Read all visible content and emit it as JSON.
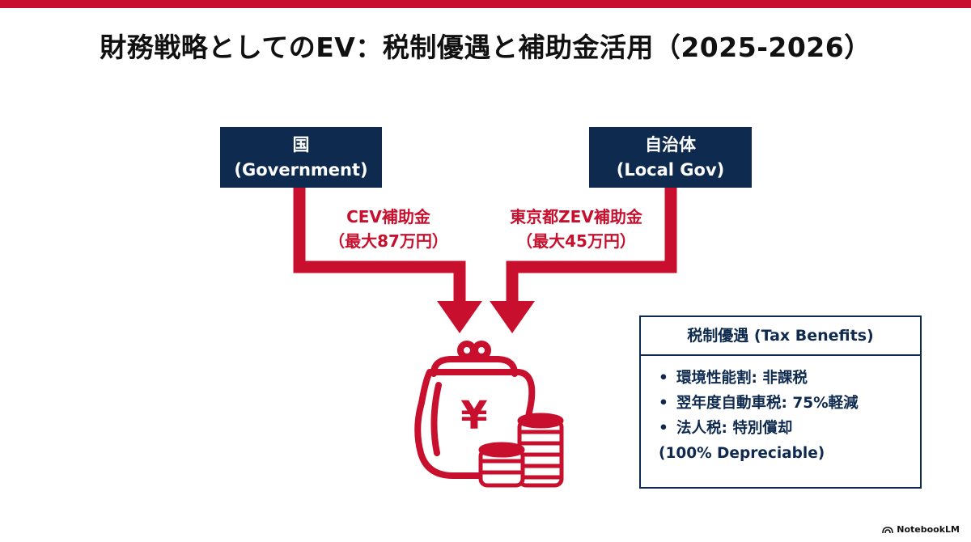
{
  "title": "財務戦略としてのEV：税制優遇と補助金活用（2025-2026）",
  "sources": {
    "national": {
      "line1": "国",
      "line2": "(Government)"
    },
    "local": {
      "line1": "自治体",
      "line2": "(Local Gov)"
    }
  },
  "subsidies": {
    "cev": {
      "line1": "CEV補助金",
      "line2": "（最大87万円）"
    },
    "zev": {
      "line1": "東京都ZEV補助金",
      "line2": "（最大45万円）"
    }
  },
  "wallet": {
    "symbol": "¥",
    "icon": "wallet-coins-icon"
  },
  "tax_benefits": {
    "header": "税制優遇 (Tax Benefits)",
    "items": [
      {
        "bullet": "•",
        "text": "環境性能割: 非課税"
      },
      {
        "bullet": "•",
        "text": "翌年度自動車税: 75%軽減"
      },
      {
        "bullet": "•",
        "text": "法人税: 特別償却",
        "continuation": "(100% Depreciable)"
      }
    ]
  },
  "branding": {
    "logo_text": "NotebookLM"
  },
  "colors": {
    "accent_red": "#c8102e",
    "navy": "#0e2a4f",
    "background": "#ffffff"
  }
}
